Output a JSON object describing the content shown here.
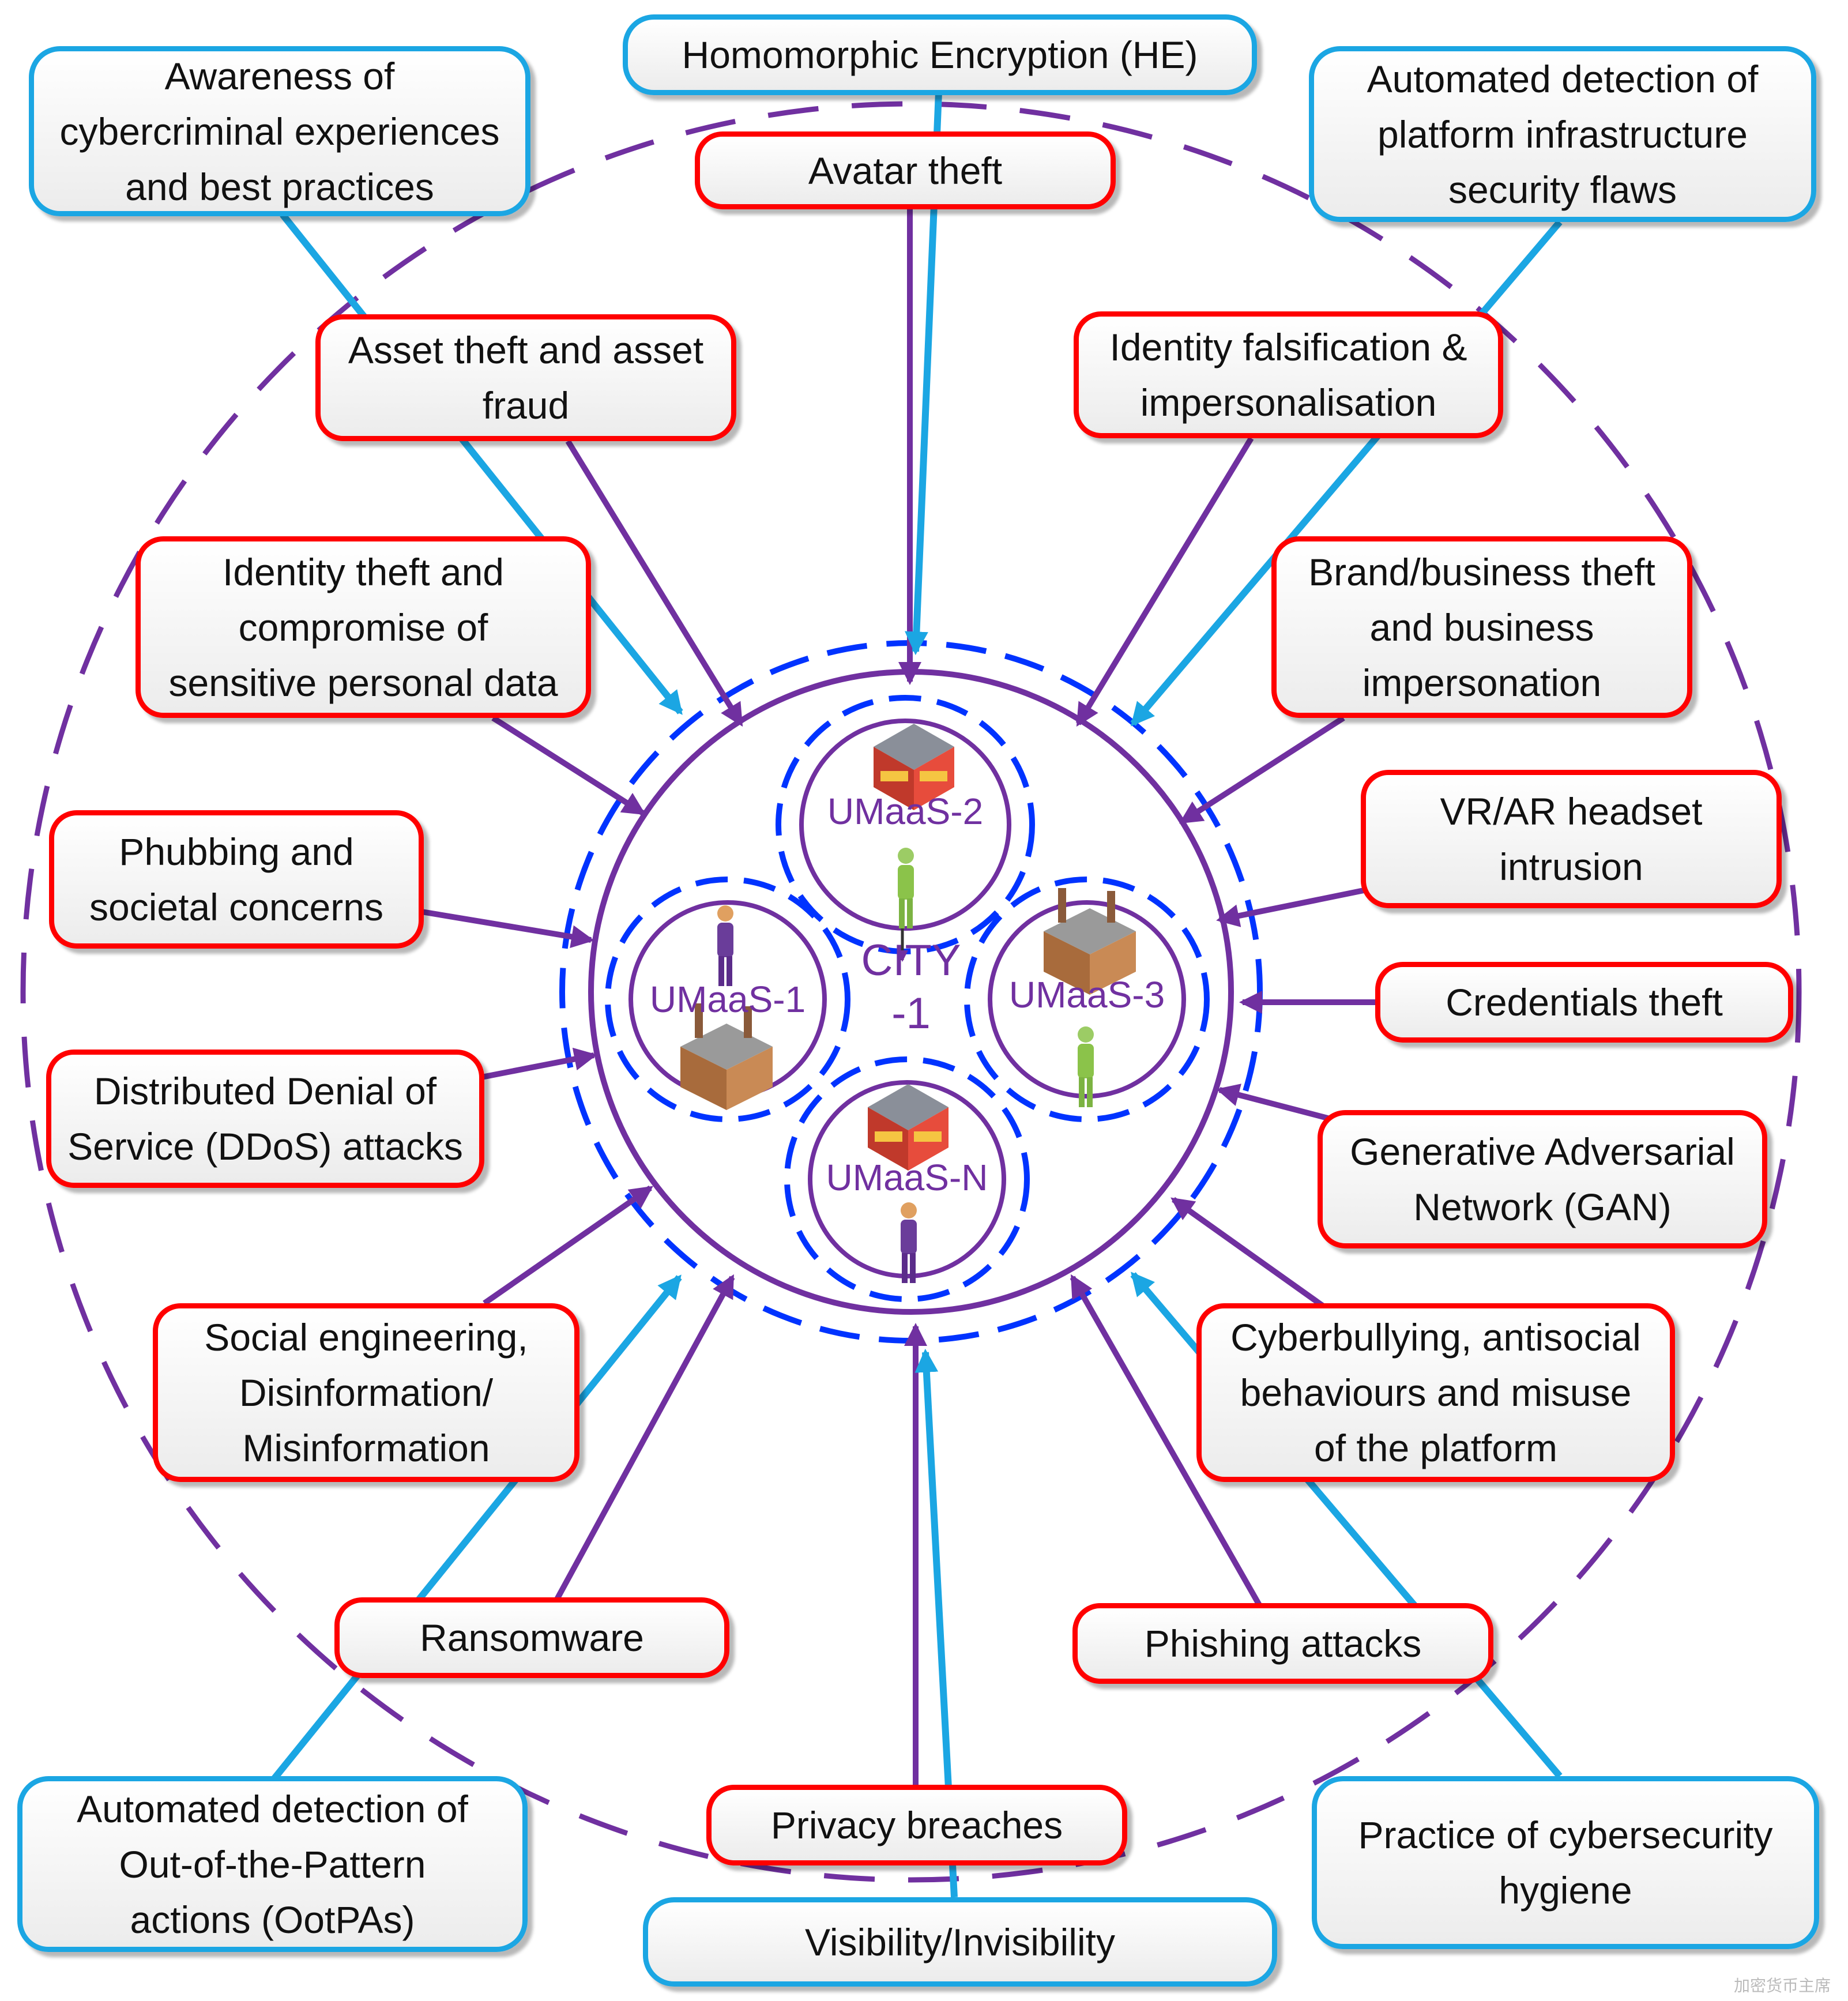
{
  "colors": {
    "threat_border": "#ff0000",
    "defense_border": "#1ba6e3",
    "purple": "#7030a0",
    "dash_blue": "#0033ff"
  },
  "center": {
    "city_label": "CITY\n-1"
  },
  "services": [
    {
      "label": "UMaaS-2",
      "building_icon": "shop-building-icon",
      "person_icon": "green-person-icon"
    },
    {
      "label": "UMaaS-1",
      "building_icon": "factory-icon",
      "person_icon": "purple-person-icon"
    },
    {
      "label": "UMaaS-3",
      "building_icon": "factory-icon",
      "person_icon": "green-person-icon"
    },
    {
      "label": "UMaaS-N",
      "building_icon": "shop-building-icon",
      "person_icon": "purple-person-icon"
    }
  ],
  "threats": [
    {
      "id": "avatar-theft",
      "label": "Avatar theft"
    },
    {
      "id": "asset-theft",
      "label": "Asset theft and asset\nfraud"
    },
    {
      "id": "identity-falsification",
      "label": "Identity falsification &\nimpersonalisation"
    },
    {
      "id": "identity-theft",
      "label": "Identity theft and\ncompromise of\nsensitive personal data"
    },
    {
      "id": "brand-theft",
      "label": "Brand/business theft\nand business\nimpersonation"
    },
    {
      "id": "phubbing",
      "label": "Phubbing and\nsocietal concerns"
    },
    {
      "id": "vr-ar-intrusion",
      "label": "VR/AR headset\nintrusion"
    },
    {
      "id": "credentials-theft",
      "label": "Credentials theft"
    },
    {
      "id": "ddos",
      "label": "Distributed Denial of\nService (DDoS) attacks"
    },
    {
      "id": "gan",
      "label": "Generative Adversarial\nNetwork (GAN)"
    },
    {
      "id": "social-engineering",
      "label": "Social engineering,\nDisinformation/\nMisinformation"
    },
    {
      "id": "cyberbullying",
      "label": "Cyberbullying, antisocial\nbehaviours and misuse\nof the platform"
    },
    {
      "id": "ransomware",
      "label": "Ransomware"
    },
    {
      "id": "phishing",
      "label": "Phishing attacks"
    },
    {
      "id": "privacy-breaches",
      "label": "Privacy breaches"
    }
  ],
  "defenses": [
    {
      "id": "homomorphic-encryption",
      "label": "Homomorphic Encryption (HE)"
    },
    {
      "id": "awareness",
      "label": "Awareness of\ncybercriminal experiences\nand best practices"
    },
    {
      "id": "automated-detection-flaws",
      "label": "Automated detection of\nplatform infrastructure\nsecurity flaws"
    },
    {
      "id": "automated-detection-ootpa",
      "label": "Automated detection of\nOut-of-the-Pattern\nactions (OotPAs)"
    },
    {
      "id": "cybersecurity-hygiene",
      "label": "Practice of cybersecurity\nhygiene"
    },
    {
      "id": "visibility",
      "label": "Visibility/Invisibility"
    }
  ],
  "watermark": "加密货币主席"
}
